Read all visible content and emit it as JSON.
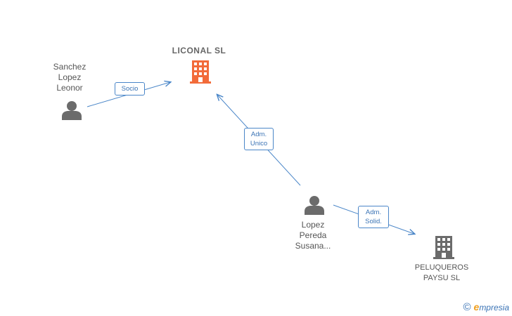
{
  "nodes": {
    "liconal": {
      "name": "LICONAL  SL",
      "color": "#f26b3a"
    },
    "sanchez": {
      "name_lines": [
        "Sanchez",
        "Lopez",
        "Leonor"
      ]
    },
    "lopez": {
      "name_lines": [
        "Lopez",
        "Pereda",
        "Susana..."
      ]
    },
    "peluqueros": {
      "name_lines": [
        "PELUQUEROS",
        "PAYSU  SL"
      ],
      "color": "#6b6b6b"
    }
  },
  "edges": {
    "socio": {
      "lines": [
        "Socio"
      ]
    },
    "adm_unico": {
      "lines": [
        "Adm.",
        "Unico"
      ]
    },
    "adm_solid": {
      "lines": [
        "Adm.",
        "Solid."
      ]
    }
  },
  "colors": {
    "edge": "#4a86c8",
    "person": "#6b6b6b"
  },
  "watermark": {
    "copyright": "©",
    "brand_initial": "e",
    "brand_rest": "mpresia"
  }
}
